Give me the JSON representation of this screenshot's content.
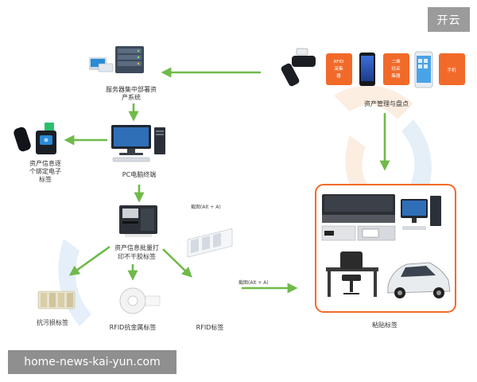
{
  "badge": "开云",
  "watermark": "home-news-kai-yun.com",
  "nodes": {
    "server_line1": "服务器集中部署资",
    "server_line2": "产系统",
    "pc": "PC电脑终端",
    "encoder_line1": "资产信息逐",
    "encoder_line2": "个绑定电子",
    "encoder_line3": "标签",
    "printer_line1": "资产信息批量打",
    "printer_line2": "印不干胶标签",
    "tamper_label": "抗污损标签",
    "metal_label": "RFID抗金属标签",
    "rfid_label": "RFID标签",
    "devices_caption": "资产管理与盘点",
    "assets_caption": "粘贴标签"
  },
  "device_tiles": [
    {
      "line1": "RFID",
      "line2": "采集",
      "line3": "器"
    },
    {
      "line1": "二维",
      "line2": "码采",
      "line3": "集器"
    },
    {
      "line1": "手机",
      "line2": "",
      "line3": ""
    }
  ],
  "notes": {
    "screenshot_1": "截图(Alt + A)",
    "screenshot_2": "截图(Alt + A)"
  },
  "colors": {
    "arrow": "#6fba4a",
    "tile": "#f26a2a",
    "asset_border": "#f26a2a",
    "accent_blue": "#2a8ad4"
  }
}
